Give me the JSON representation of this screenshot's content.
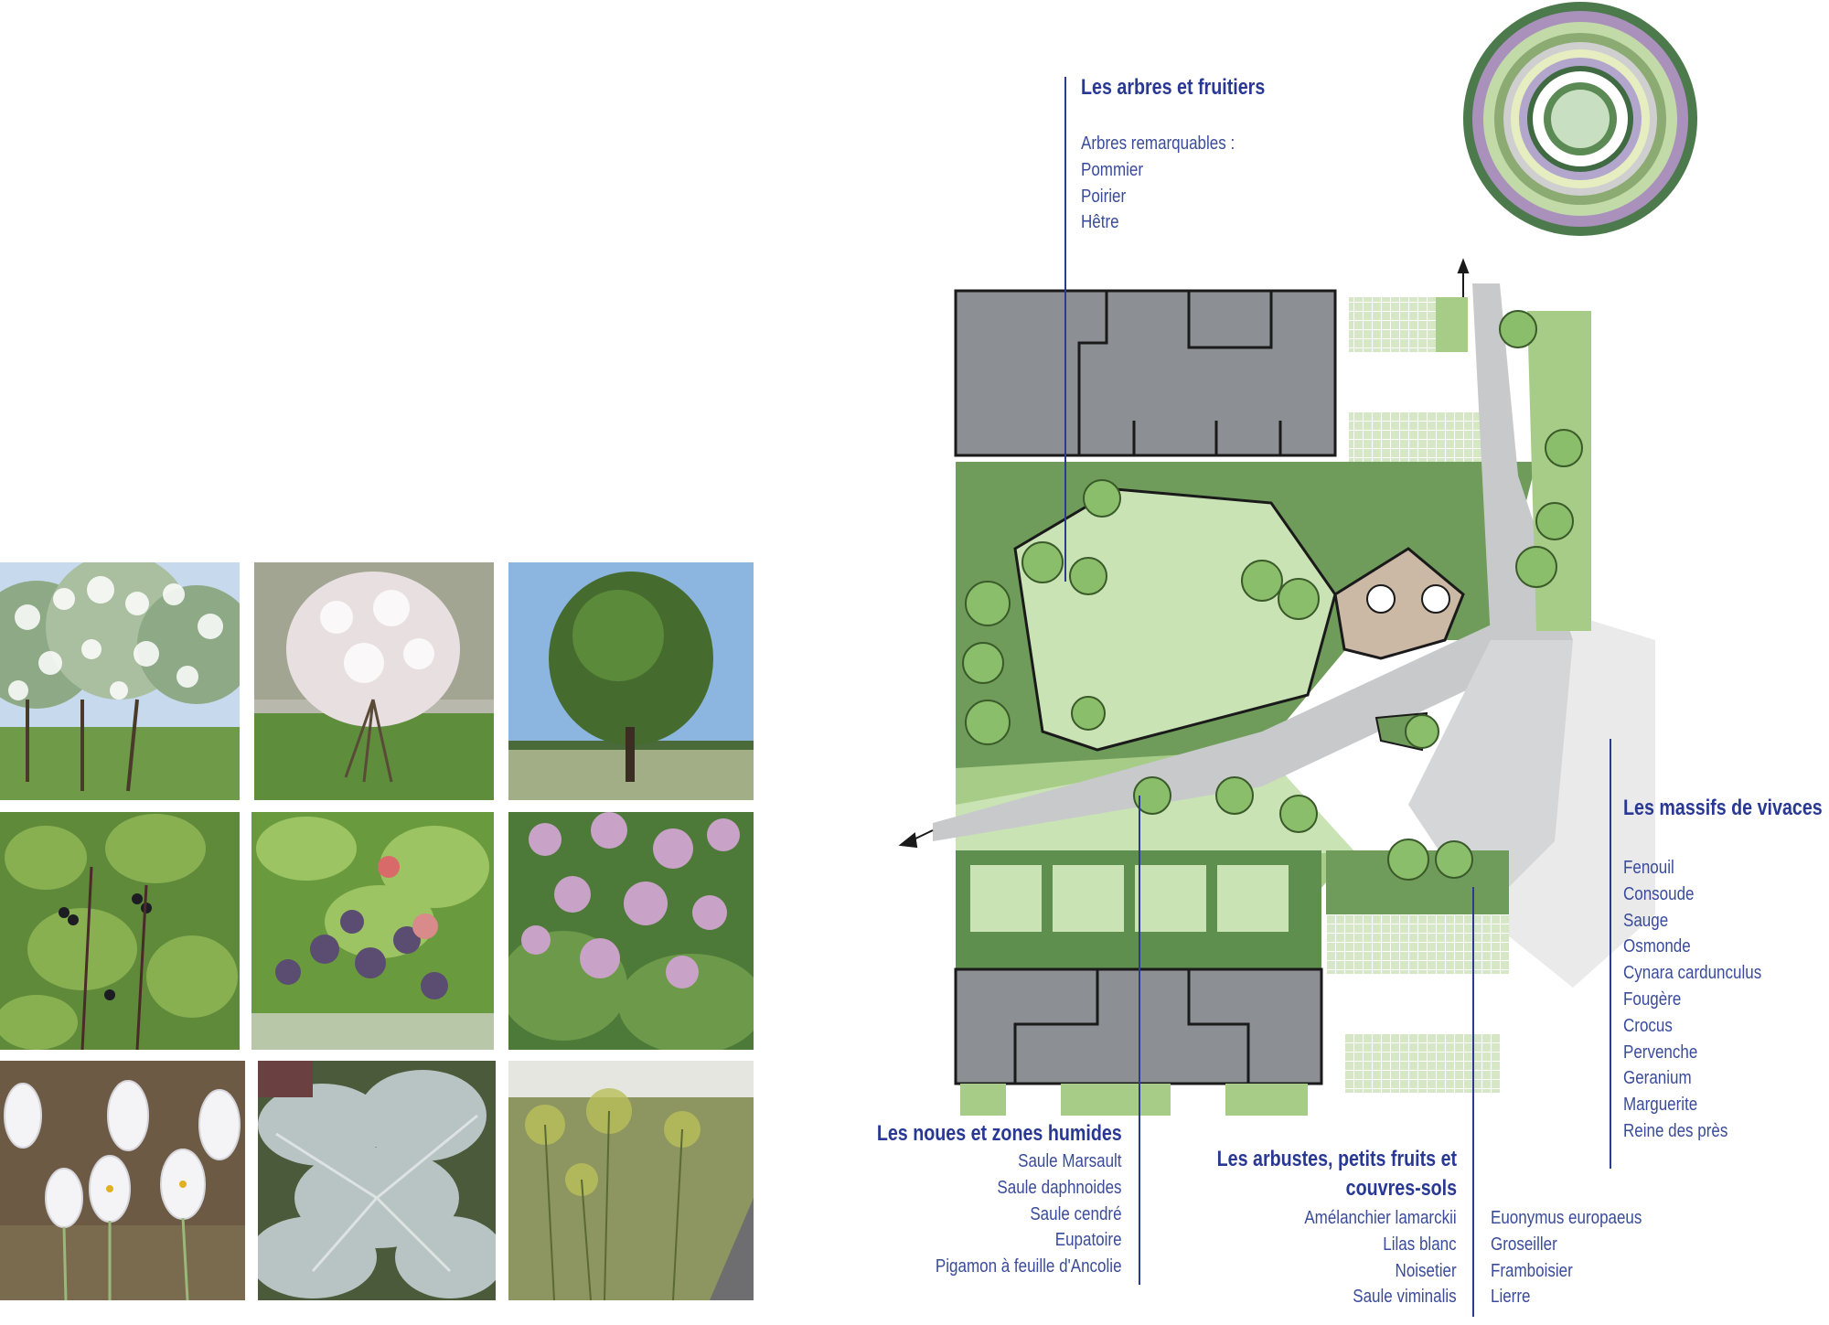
{
  "sections": {
    "arbres": {
      "title": "Les arbres et fruitiers",
      "items": [
        "Arbres remarquables :",
        "Pommier",
        "Poirier",
        "Hêtre"
      ]
    },
    "vivaces": {
      "title": "Les massifs de vivaces",
      "items": [
        "Fenouil",
        "Consoude",
        "Sauge",
        "Osmonde",
        "Cynara cardunculus",
        "Fougère",
        "Crocus",
        "Pervenche",
        "Geranium",
        "Marguerite",
        "Reine des près"
      ]
    },
    "noues": {
      "title": "Les noues et zones humides",
      "items": [
        "Saule Marsault",
        "Saule daphnoides",
        "Saule cendré",
        "Eupatoire",
        "Pigamon à feuille d'Ancolie"
      ]
    },
    "arbustes": {
      "title_line1": "Les arbustes, petits fruits et",
      "title_line2": "couvres-sols",
      "items_left": [
        "Amélanchier lamarckii",
        "Lilas blanc",
        "Noisetier",
        "Saule viminalis"
      ],
      "items_right": [
        "Euonymus europaeus",
        "Groseiller",
        "Framboisier",
        "Lierre"
      ]
    }
  },
  "colors": {
    "label_blue": "#283893",
    "building_grey": "#8c8f93",
    "lawn_light": "#c9e3b4",
    "hedge_dark": "#5f8f4f",
    "path_grey": "#c7c9cb",
    "plaza_beige": "#cbb9a5"
  },
  "palette_rings": [
    "#4d7a4d",
    "#a991bb",
    "#c2d9a8",
    "#8cab73",
    "#cfcfcf",
    "#e6edc0",
    "#b3a6cd",
    "#3f6a42",
    "#ffffff",
    "#5b8a55",
    "#c8e0c1"
  ],
  "photos": [
    {
      "name": "photo-lilas-blanc",
      "icon": "white-flowering-shrub"
    },
    {
      "name": "photo-amelanchier",
      "icon": "blossoming-tree"
    },
    {
      "name": "photo-hetre",
      "icon": "tree"
    },
    {
      "name": "photo-groseiller",
      "icon": "currant-bush"
    },
    {
      "name": "photo-framboisier",
      "icon": "raspberry"
    },
    {
      "name": "photo-eupatoire",
      "icon": "pink-flowers"
    },
    {
      "name": "photo-crocus",
      "icon": "crocus"
    },
    {
      "name": "photo-cynara",
      "icon": "cardoon-leaves"
    },
    {
      "name": "photo-fenouil",
      "icon": "fennel-meadow"
    }
  ]
}
